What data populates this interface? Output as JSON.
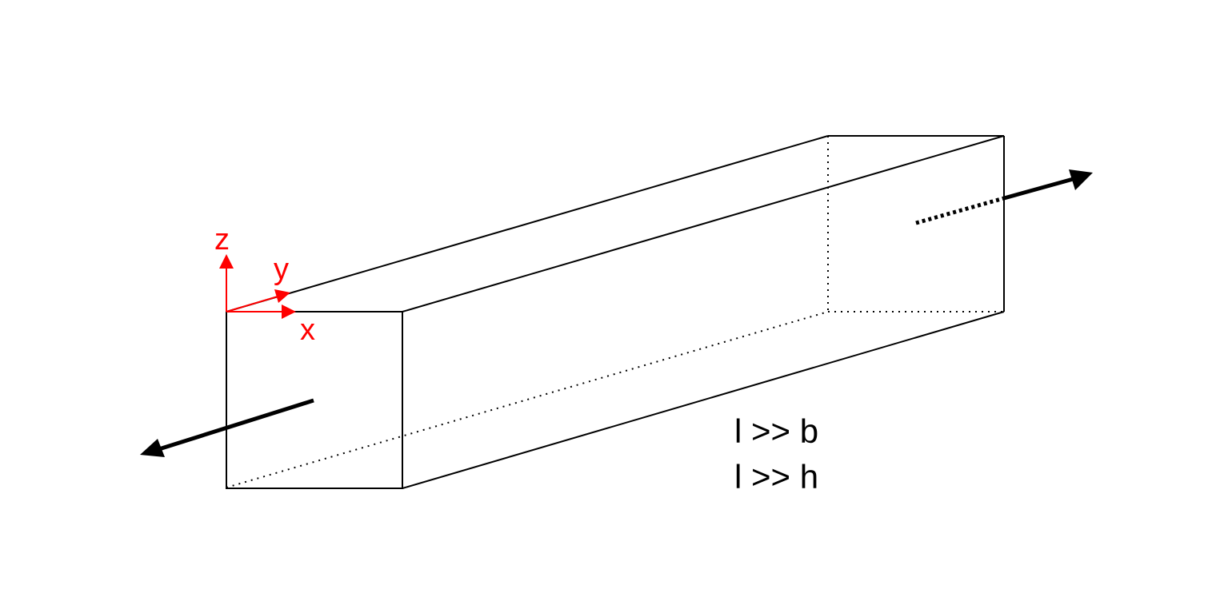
{
  "colors": {
    "line": "#000000",
    "axis": "#ff0000",
    "background": "#ffffff"
  },
  "axes": {
    "x_label": "x",
    "y_label": "y",
    "z_label": "z"
  },
  "conditions": {
    "line1": "l >> b",
    "line2": "l >> h"
  }
}
